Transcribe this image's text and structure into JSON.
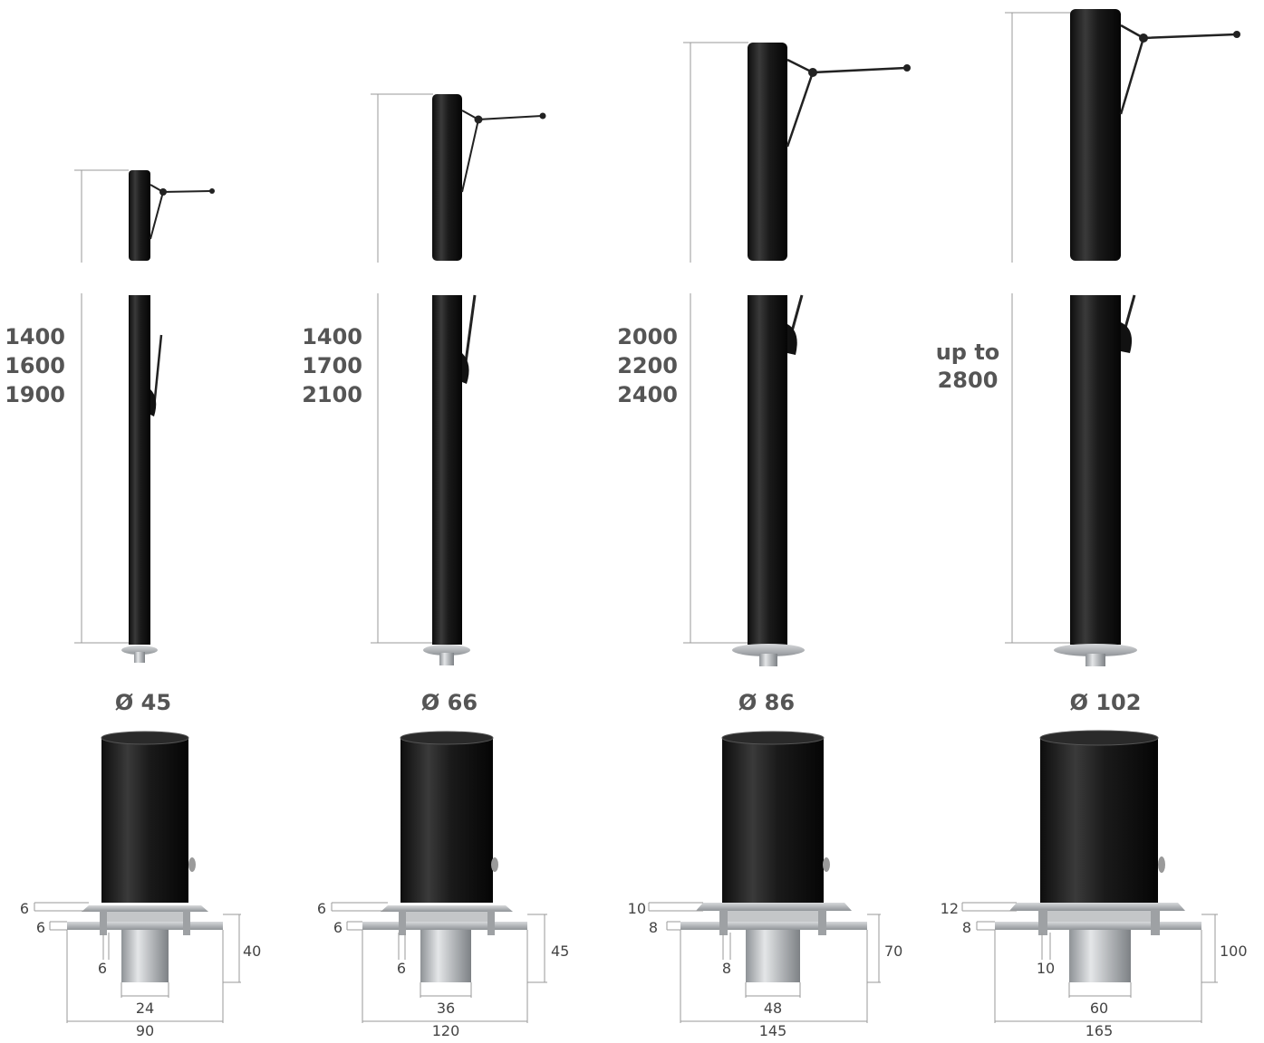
{
  "products": [
    {
      "height_labels": [
        "1400",
        "1600",
        "1900"
      ],
      "diameter": "Ø 45",
      "base": {
        "top_plate": "6",
        "bottom_plate": "6",
        "bolt": "6",
        "height": "40",
        "spigot_width": "24",
        "plate_width": "90"
      }
    },
    {
      "height_labels": [
        "1400",
        "1700",
        "2100"
      ],
      "diameter": "Ø 66",
      "base": {
        "top_plate": "6",
        "bottom_plate": "6",
        "bolt": "6",
        "height": "45",
        "spigot_width": "36",
        "plate_width": "120"
      }
    },
    {
      "height_labels": [
        "2000",
        "2200",
        "2400"
      ],
      "diameter": "Ø 86",
      "base": {
        "top_plate": "10",
        "bottom_plate": "8",
        "bolt": "8",
        "height": "70",
        "spigot_width": "48",
        "plate_width": "145"
      }
    },
    {
      "height_labels": [
        "up to",
        "2800"
      ],
      "diameter": "Ø 102",
      "base": {
        "top_plate": "12",
        "bottom_plate": "8",
        "bolt": "10",
        "height": "100",
        "spigot_width": "60",
        "plate_width": "165"
      }
    }
  ],
  "colors": {
    "pole": "#1c1c1c",
    "steel": "#b9bcbf",
    "dimension_line": "#9a9a9a",
    "text": "#555555"
  }
}
